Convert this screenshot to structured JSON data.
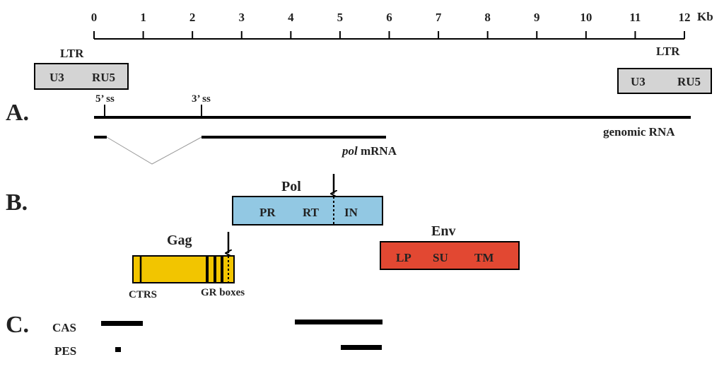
{
  "scale": {
    "ticks": [
      "0",
      "1",
      "2",
      "3",
      "4",
      "5",
      "6",
      "7",
      "8",
      "9",
      "10",
      "11",
      "12"
    ],
    "unit": "Kb"
  },
  "ltr_left": {
    "title": "LTR",
    "u3": "U3",
    "ru5": "RU5"
  },
  "ltr_right": {
    "title": "LTR",
    "u3": "U3",
    "ru5": "RU5"
  },
  "panels": {
    "a": "A.",
    "b": "B.",
    "c": "C."
  },
  "splice": {
    "five": "5’ ss",
    "three": "3’ ss"
  },
  "rna": {
    "genomic": "genomic RNA",
    "pol_italic": "pol",
    "mrna": " mRNA"
  },
  "pol": {
    "title": "Pol",
    "pr": "PR",
    "rt": "RT",
    "in": "IN"
  },
  "env": {
    "title": "Env",
    "lp": "LP",
    "su": "SU",
    "tm": "TM"
  },
  "gag": {
    "title": "Gag",
    "ctrs": "CTRS",
    "gr": "GR boxes"
  },
  "cis": {
    "cas": "CAS",
    "pes": "PES"
  },
  "colors": {
    "ltr": "#d4d4d4",
    "pol": "#92c8e3",
    "gag": "#f2c500",
    "env": "#e24832"
  }
}
